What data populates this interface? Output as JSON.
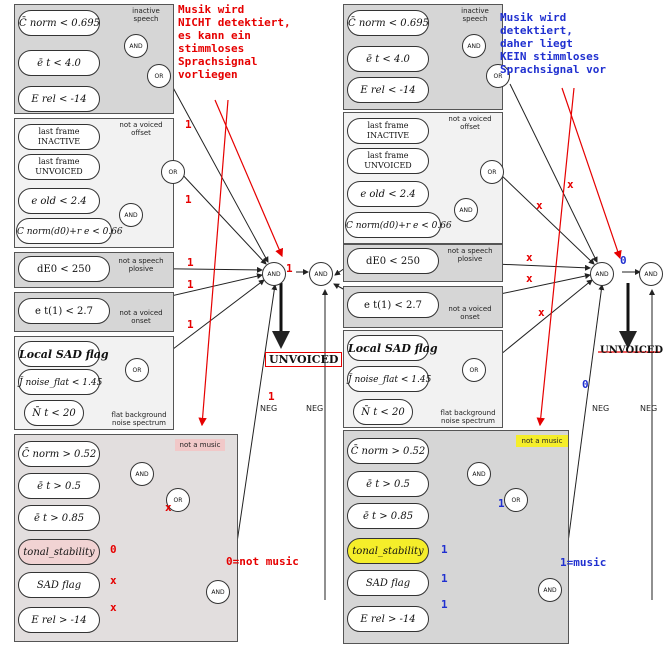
{
  "left": {
    "note": "Musik wird\nNICHT detektiert,\nes kann ein\nstimmloses\nSprachsignal\nvorliegen",
    "panel1": {
      "tag": "inactive speech",
      "c1": "C̄ norm < 0.695",
      "c2": "ē t < 4.0",
      "c3": "E rel < -14"
    },
    "panel2": {
      "tag": "not a voiced\noffset",
      "c1": "last frame\nINACTIVE",
      "c2": "last frame\nUNVOICED",
      "c3": "e old < 2.4",
      "c4": "C norm(d0)+r e < 0.66"
    },
    "panel3": {
      "tag": "not a speech\nplosive",
      "c1": "dE0 < 250"
    },
    "panel4": {
      "tag": "not a voiced\nonset",
      "c1": "e t(1) < 2.7"
    },
    "panel5": {
      "c1": "Local SAD flag",
      "c2": "J̄ noise_flat < 1.45",
      "c3": "N̄ t < 20",
      "tag": "flat background\nnoise spectrum"
    },
    "panel6": {
      "tag": "not a music",
      "c1": "C̄ norm > 0.52",
      "c2": "ē t > 0.5",
      "c3": "ē t > 0.85",
      "c4": "tonal_stability",
      "c5": "SAD flag",
      "c6": "E rel > -14"
    },
    "marks": [
      "1",
      "1",
      "1",
      "1",
      "1",
      "1",
      "x",
      "0",
      "x",
      "x",
      "1"
    ],
    "out_mark": "1",
    "result": "0=not music",
    "unvoiced": "UNVOICED",
    "neg": "NEG",
    "gate_and": "AND",
    "gate_or": "OR"
  },
  "right": {
    "note": "Musik wird\ndetektiert,\ndaher liegt\nKEIN stimmloses\nSprachsignal vor",
    "panel1": {
      "tag": "inactive speech",
      "c1": "C̄ norm < 0.695",
      "c2": "ē t < 4.0",
      "c3": "E rel < -14"
    },
    "panel2": {
      "tag": "not a voiced\noffset",
      "c1": "last frame\nINACTIVE",
      "c2": "last frame\nUNVOICED",
      "c3": "e old < 2.4",
      "c4": "C norm(d0)+r e < 0.66"
    },
    "panel3": {
      "tag": "not a speech\nplosive",
      "c1": "dE0 < 250"
    },
    "panel4": {
      "tag": "not a voiced\nonset",
      "c1": "e t(1) < 2.7"
    },
    "panel5": {
      "c1": "Local SAD flag",
      "c2": "J̄ noise_flat < 1.45",
      "c3": "N̄ t < 20",
      "tag": "flat background\nnoise spectrum"
    },
    "panel6": {
      "tag": "not a music",
      "c1": "C̄ norm > 0.52",
      "c2": "ē t > 0.5",
      "c3": "ē t > 0.85",
      "c4": "tonal_stability",
      "c5": "SAD flag",
      "c6": "E rel > -14"
    },
    "marks": [
      "x",
      "x",
      "x",
      "x",
      "x",
      "1",
      "1",
      "1",
      "1",
      "0"
    ],
    "out_mark": "0",
    "result": "1=music",
    "unvoiced": "UNVOICED",
    "neg": "NEG",
    "gate_and": "AND",
    "gate_or": "OR"
  },
  "colors": {
    "annotation_red": "#e60000",
    "annotation_blue": "#2030d0",
    "music_highlight": "#f5ee2a",
    "not_music_highlight": "#f1c8c8"
  }
}
